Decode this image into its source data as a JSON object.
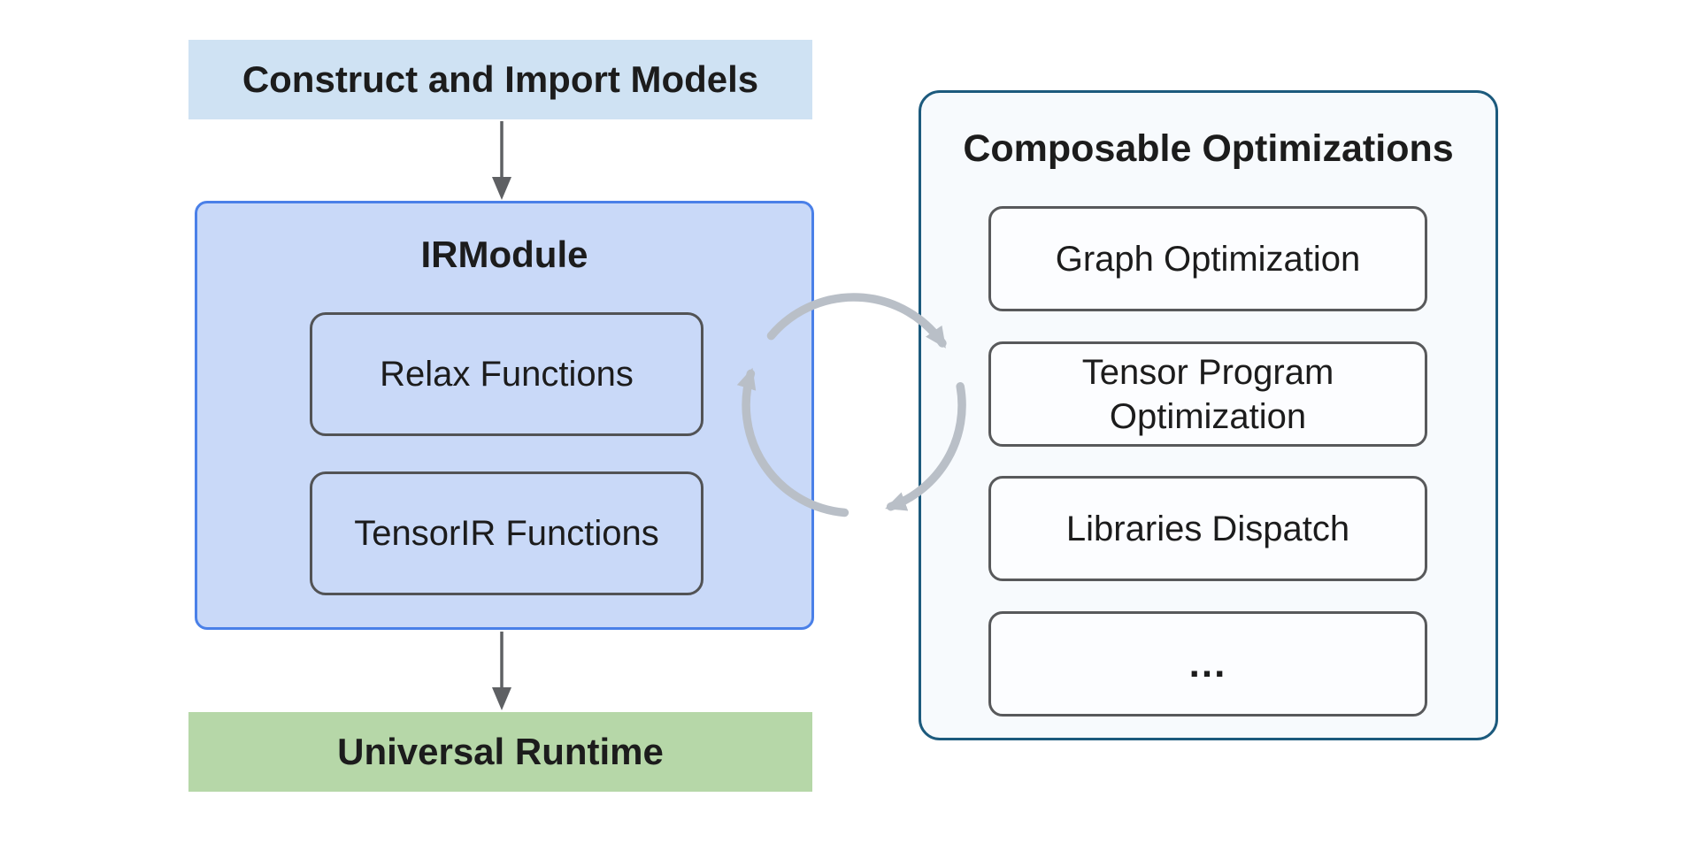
{
  "flow": {
    "construct_label": "Construct and Import Models",
    "irmodule_title": "IRModule",
    "irmodule_functions": [
      "Relax Functions",
      "TensorIR Functions"
    ],
    "runtime_label": "Universal Runtime"
  },
  "optimizations": {
    "title": "Composable Optimizations",
    "items": [
      "Graph Optimization",
      "Tensor Program Optimization",
      "Libraries Dispatch",
      "..."
    ]
  },
  "icons": {
    "flow_arrow": "down-arrow",
    "cycle_arrows": "circular-exchange-cycle"
  },
  "colors": {
    "construct_fill": "#cfe2f3",
    "irmodule_fill": "#c9d9f8",
    "irmodule_border": "#4a80e8",
    "function_box_border": "#525355",
    "runtime_fill": "#b6d7a8",
    "panel_fill": "#f7fafd",
    "panel_border": "#1c5a7d",
    "panel_item_fill": "#fcfdff",
    "panel_item_border": "#58595b",
    "cycle_arrow": "#b9bfc7",
    "flow_arrow": "#5e6063",
    "text": "#1c1c1c",
    "background": "#ffffff"
  }
}
